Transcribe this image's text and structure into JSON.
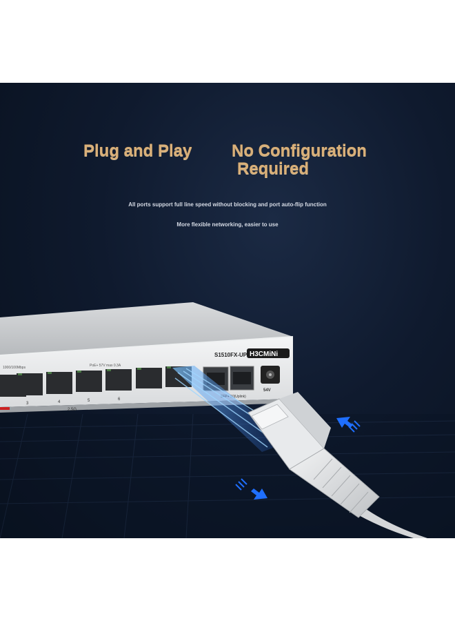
{
  "headline": {
    "left": "Plug and Play",
    "right_line1": "No Configuration",
    "right_line2": "Required"
  },
  "subtitles": [
    "All ports support full line speed without blocking and port auto-flip function",
    "More flexible networking, easier to use"
  ],
  "device": {
    "model": "S1510FX-UP",
    "brand": "H3CMiNi",
    "label_speed": "1000/100Mbps",
    "label_poe": "PoE+ 57V max 0.3A",
    "port_numbers": [
      "3",
      "4",
      "5",
      "6"
    ],
    "label_25g": "2.5G",
    "label_sfp": "SFP+ 10(Uplink)",
    "label_power": "54V"
  },
  "colors": {
    "headline": "#d9b07a",
    "background": "#0f1a2e",
    "arrow": "#1f6fff"
  }
}
